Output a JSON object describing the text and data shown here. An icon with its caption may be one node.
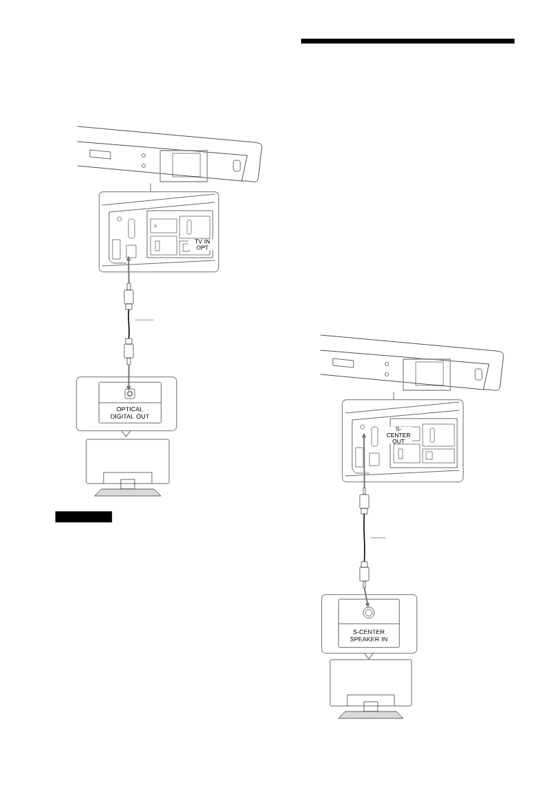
{
  "diagram": {
    "nodes": [
      {
        "text": [],
        "shape": "picture"
      },
      {
        "text": [
          "TV IN OPT"
        ]
      },
      {
        "text": [],
        "shape": "picture"
      },
      {
        "text": [],
        "shape": "box"
      },
      {
        "text": [
          "OPTICAL DIGITAL OUT"
        ],
        "in": 3
      },
      {
        "text": [],
        "shape": "picture"
      },
      {
        "text": [],
        "shape": "picture"
      },
      {
        "text": [
          "S-CENTER OUT"
        ]
      },
      {
        "text": [],
        "shape": "picture"
      },
      {
        "text": [],
        "shape": "box"
      },
      {
        "text": [
          "S-CENTER SPEAKER IN"
        ],
        "in": 9
      },
      {
        "text": [],
        "shape": "picture"
      },
      {
        "text": [],
        "shape": "bar"
      }
    ],
    "edges": [
      {
        "from": 0,
        "to": 1,
        "arrow": "none"
      },
      {
        "from": 2,
        "to": 1,
        "arrow": "to"
      },
      {
        "from": 2,
        "to": 4,
        "arrow": "to"
      },
      {
        "from": 2,
        "to": null,
        "arrow": "none"
      },
      {
        "from": 6,
        "to": 7,
        "arrow": "none"
      },
      {
        "from": 8,
        "to": 7,
        "arrow": "to"
      },
      {
        "from": 8,
        "to": 10,
        "arrow": "to"
      },
      {
        "from": 8,
        "to": null,
        "arrow": "none"
      }
    ]
  }
}
